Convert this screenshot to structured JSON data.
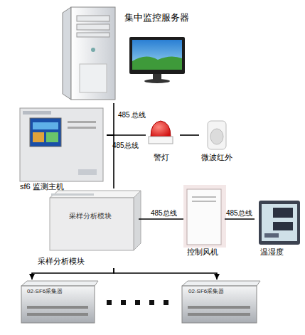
{
  "diagram": {
    "nodes": [
      {
        "text": [
          "集中监控服务器"
        ]
      },
      {
        "text": [
          "sf6 监测主机"
        ]
      },
      {
        "text": [
          "警灯"
        ]
      },
      {
        "text": [
          "微波红外"
        ]
      },
      {
        "text": [
          "采样分析模块",
          "采样分析模块"
        ]
      },
      {
        "text": [
          "控制风机"
        ]
      },
      {
        "text": [
          "温湿度"
        ]
      },
      {
        "text": [
          "02-SF6采集器"
        ]
      },
      {
        "text": [
          "02-SF6采集器"
        ]
      }
    ],
    "edges": [
      {
        "from": 0,
        "to": 1,
        "label": "485 总线",
        "arrow": "none"
      },
      {
        "from": 1,
        "to": 2,
        "label": "485总线",
        "arrow": "none"
      },
      {
        "from": 2,
        "to": 3,
        "arrow": "none"
      },
      {
        "from": 1,
        "to": 4,
        "arrow": "none"
      },
      {
        "from": 4,
        "to": 5,
        "label": "485总线",
        "arrow": "none"
      },
      {
        "from": 5,
        "to": 6,
        "label": "485总线",
        "arrow": "none"
      },
      {
        "from": 4,
        "to": 7,
        "arrow": "to"
      },
      {
        "from": 4,
        "to": 8,
        "arrow": "to"
      }
    ]
  }
}
